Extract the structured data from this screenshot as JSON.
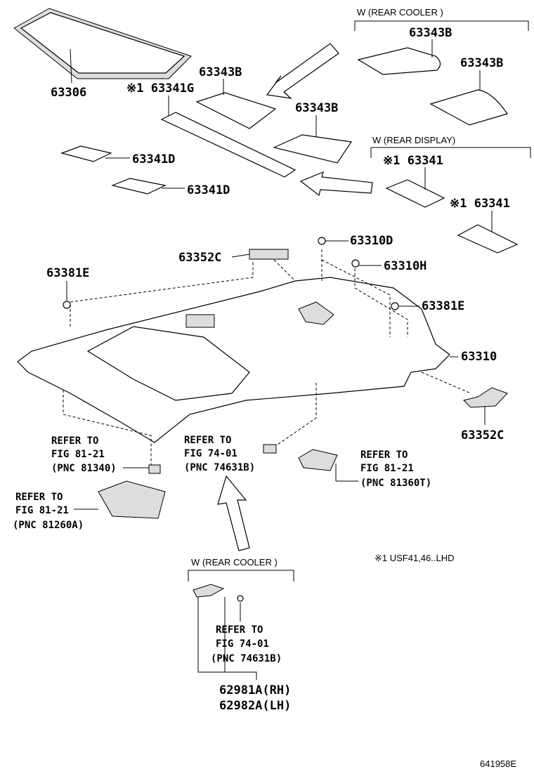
{
  "groups": {
    "rear_cooler_top": "W (REAR COOLER )",
    "rear_display": "W (REAR DISPLAY)",
    "rear_cooler_bottom": "W (REAR COOLER )"
  },
  "parts": {
    "p63343B_a": "63343B",
    "p63343B_b": "63343B",
    "p63343B_c": "63343B",
    "p63343B_d": "63343B",
    "p63306": "63306",
    "p63341G": "※1 63341G",
    "p63341D_a": "63341D",
    "p63341D_b": "63341D",
    "p63341_a": "※1 63341",
    "p63341_b": "※1 63341",
    "p63352C_a": "63352C",
    "p63352C_b": "63352C",
    "p63310D": "63310D",
    "p63310H": "63310H",
    "p63381E_a": "63381E",
    "p63381E_b": "63381E",
    "p63310": "63310",
    "p62981A": "62981A(RH)",
    "p62982A": "62982A(LH)"
  },
  "refs": [
    {
      "l1": "REFER TO",
      "l2": "FIG 81-21",
      "l3": "(PNC 81340)"
    },
    {
      "l1": "REFER TO",
      "l2": "FIG 74-01",
      "l3": "(PNC 74631B)"
    },
    {
      "l1": "REFER TO",
      "l2": "FIG 81-21",
      "l3": "(PNC 81360T)"
    },
    {
      "l1": "REFER TO",
      "l2": "FIG 81-21",
      "l3": "(PNC 81260A)"
    },
    {
      "l1": "REFER TO",
      "l2": "FIG 74-01",
      "l3": "(PNC 74631B)"
    }
  ],
  "footnote": "※1  USF41,46..LHD",
  "figure_id": "641958E"
}
